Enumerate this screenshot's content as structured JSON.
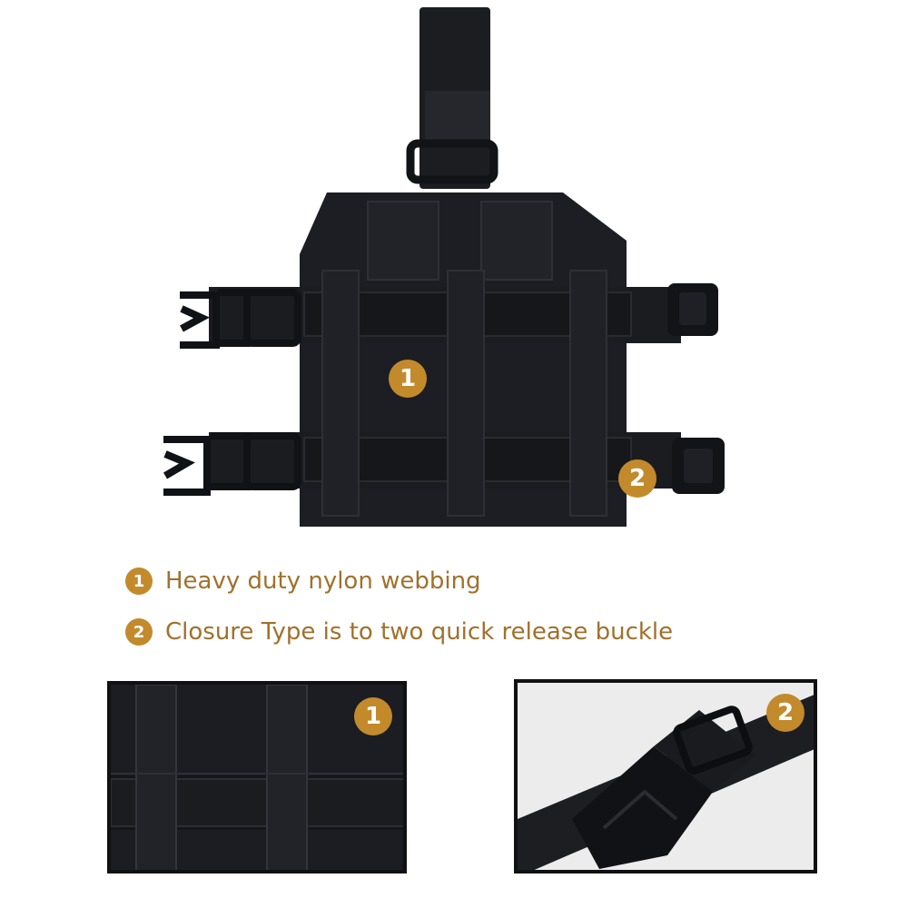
{
  "colors": {
    "badge": "#c38a2c",
    "feature_text": "#a0712c",
    "fabric": "#1b1c20",
    "buckle": "#111216"
  },
  "main_badges": [
    "1",
    "2"
  ],
  "features": [
    {
      "number": "1",
      "text": "Heavy duty nylon webbing"
    },
    {
      "number": "2",
      "text": "Closure Type is to two quick release buckle"
    }
  ],
  "detail_panels": [
    {
      "badge": "1",
      "subject": "webbing-closeup"
    },
    {
      "badge": "2",
      "subject": "buckle-closeup"
    }
  ]
}
